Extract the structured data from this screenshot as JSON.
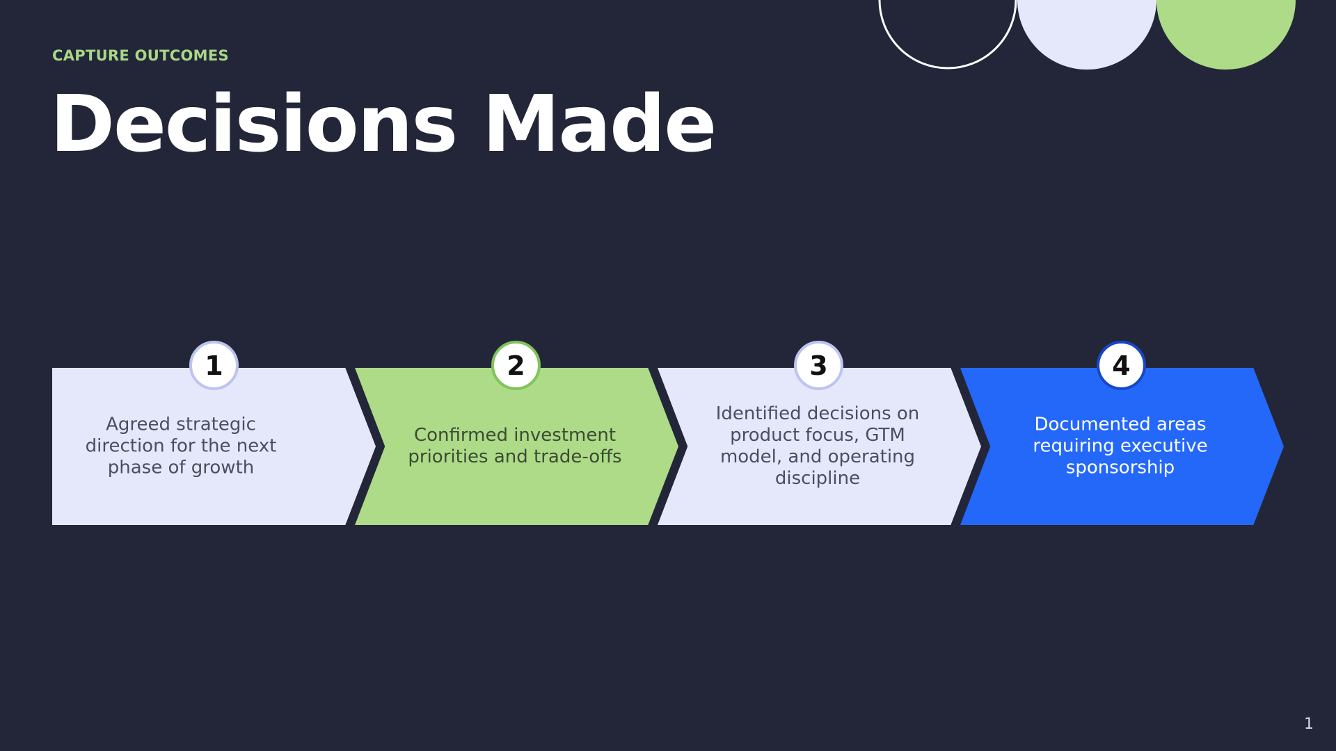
{
  "slide": {
    "eyebrow": "CAPTURE OUTCOMES",
    "title": "Decisions Made",
    "page_number": "1"
  },
  "steps": [
    {
      "number": "1",
      "text": "Agreed strategic direction for the next phase of growth",
      "fill": "#e5e8fb",
      "text_color": "#4b4e5e",
      "badge_border": "#bcc4ef"
    },
    {
      "number": "2",
      "text": "Confirmed investment priorities and trade-offs",
      "fill": "#addb87",
      "text_color": "#3c4a36",
      "badge_border": "#7fc45a"
    },
    {
      "number": "3",
      "text": "Identified decisions on product focus, GTM model, and operating discipline",
      "fill": "#e5e8fb",
      "text_color": "#4b4e5e",
      "badge_border": "#bcc4ef"
    },
    {
      "number": "4",
      "text": "Documented areas requiring executive sponsorship",
      "fill": "#2468fa",
      "text_color": "#ffffff",
      "badge_border": "#1747c9"
    }
  ],
  "colors": {
    "background": "#232638",
    "accent_green": "#addb87",
    "accent_lavender": "#e5e8fb",
    "accent_blue": "#2468fa"
  }
}
